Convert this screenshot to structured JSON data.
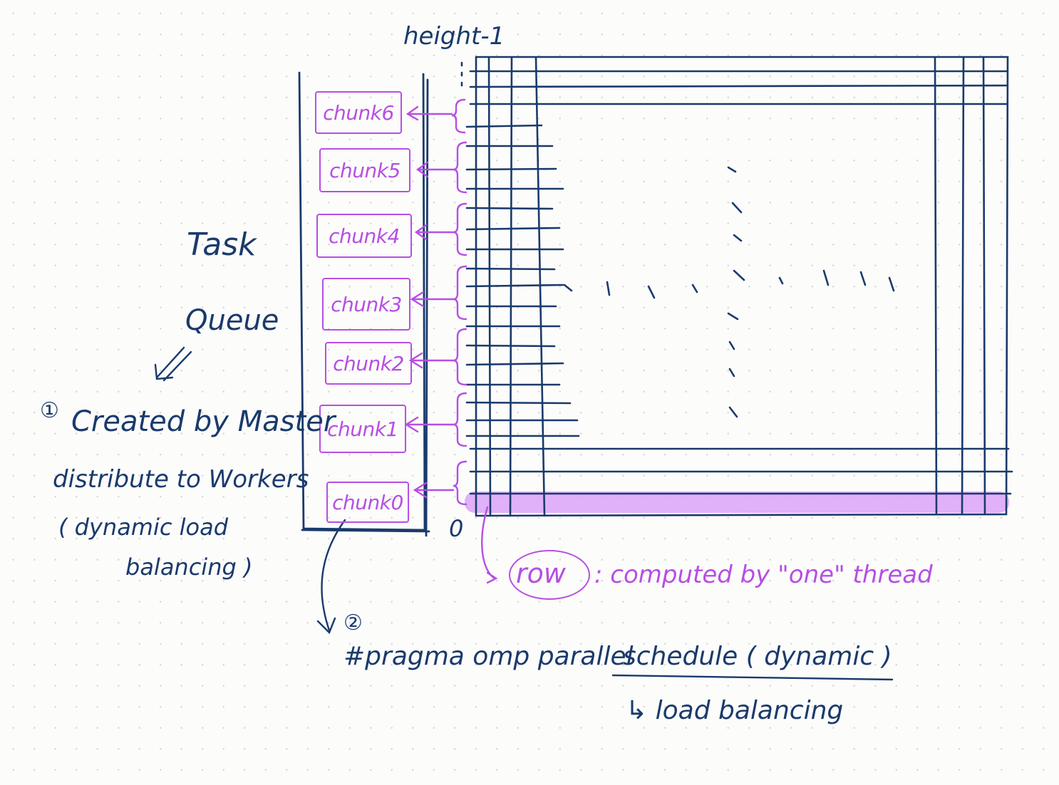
{
  "colors": {
    "ink": "#1a3a6b",
    "accent": "#b64fe3",
    "highlight": "#d99ef5"
  },
  "grid": {
    "top_label": "height-1",
    "bottom_label": "0",
    "row_note": {
      "row_word": "row",
      "rest": ": computed by \"one\" thread"
    }
  },
  "queue": {
    "title_line1": "Task",
    "title_line2": "Queue",
    "chunks": [
      "chunk6",
      "chunk5",
      "chunk4",
      "chunk3",
      "chunk2",
      "chunk1",
      "chunk0"
    ]
  },
  "notes": {
    "note1_marker": "①",
    "note1_line1": "Created by Master",
    "note1_line2": "distribute to Workers",
    "note1_line3": "( dynamic load",
    "note1_line4": "balancing )",
    "note2_marker": "②",
    "pragma_prefix": "#pragma omp parallel",
    "pragma_schedule": "schedule ( dynamic )",
    "pragma_sub": "↳ load balancing"
  }
}
